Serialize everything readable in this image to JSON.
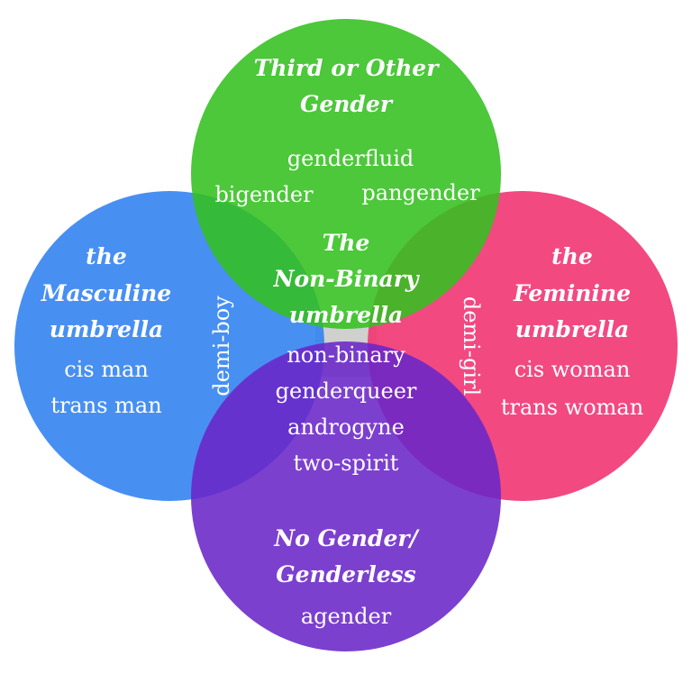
{
  "colors": {
    "top": "#33c01f",
    "left": "#2f80f0",
    "right": "#f0306f",
    "bottom": "#6a26c8",
    "center": "#d0d0d0",
    "text": "#ffffff"
  },
  "top_set": {
    "heading": [
      "Third or Other",
      "Gender"
    ],
    "terms": [
      "genderfluid",
      "bigender",
      "pangender"
    ]
  },
  "left_set": {
    "heading": [
      "the",
      "Masculine",
      "umbrella"
    ],
    "terms": [
      "cis man",
      "trans man"
    ]
  },
  "right_set": {
    "heading": [
      "the",
      "Feminine",
      "umbrella"
    ],
    "terms": [
      "cis woman",
      "trans woman"
    ]
  },
  "bottom_set": {
    "heading": [
      "No Gender/",
      "Genderless"
    ],
    "terms": [
      "agender"
    ]
  },
  "center_set": {
    "heading": [
      "The",
      "Non-Binary",
      "umbrella"
    ],
    "terms": [
      "non-binary",
      "genderqueer",
      "androgyne",
      "two-spirit"
    ]
  },
  "overlaps": {
    "left_center": "demi-boy",
    "right_center": "demi-girl"
  }
}
